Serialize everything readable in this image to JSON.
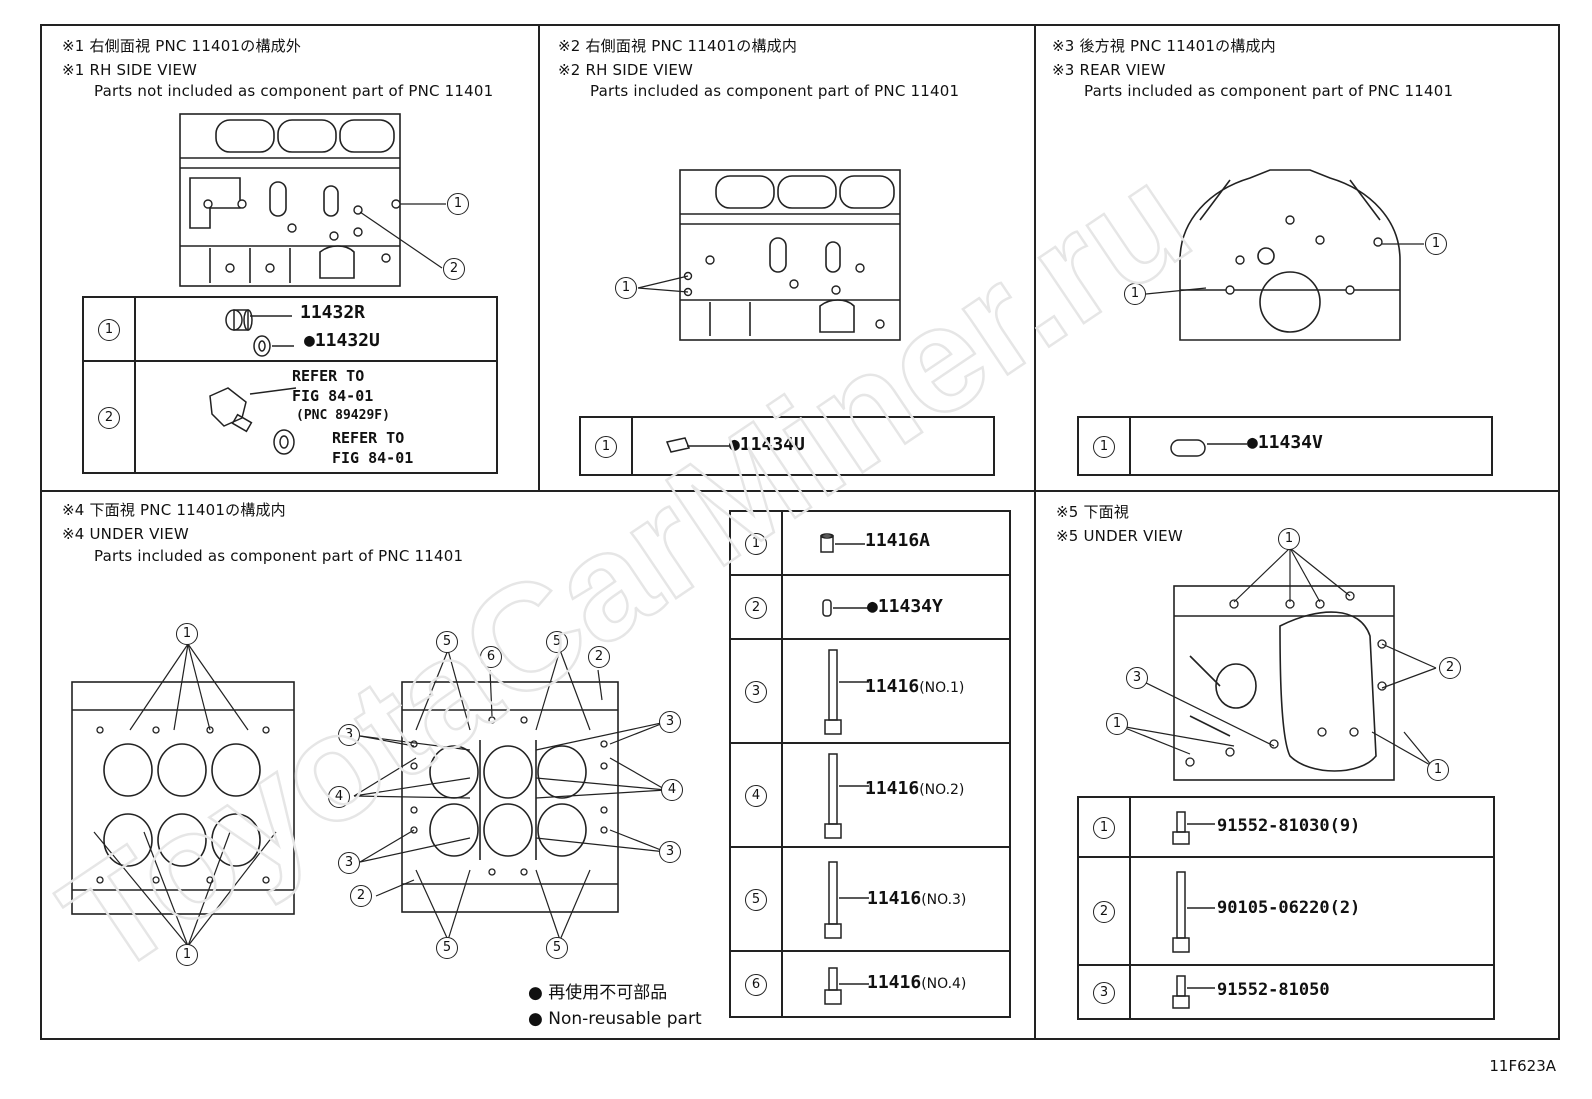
{
  "figure_code": "11F623A",
  "watermark": "ToyotaCarMiner.ru",
  "panels": {
    "p1": {
      "title_jp": "※1 右側面視 PNC 11401の構成外",
      "title_en": "※1 RH SIDE VIEW",
      "subtitle": "Parts not included as component part of PNC 11401",
      "callouts": [
        "1",
        "2"
      ],
      "rows": [
        {
          "num": "1",
          "parts": [
            "11432R",
            "●11432U"
          ]
        },
        {
          "num": "2",
          "refer1": [
            "REFER TO",
            "FIG 84-01",
            "(PNC 89429F)"
          ],
          "refer2": [
            "REFER TO",
            "FIG 84-01"
          ]
        }
      ]
    },
    "p2": {
      "title_jp": "※2 右側面視 PNC 11401の構成内",
      "title_en": "※2 RH SIDE VIEW",
      "subtitle": "Parts included as component part of PNC 11401",
      "callouts": [
        "1"
      ],
      "rows": [
        {
          "num": "1",
          "part": "●11434U"
        }
      ]
    },
    "p3": {
      "title_jp": "※3 後方視 PNC 11401の構成内",
      "title_en": "※3 REAR VIEW",
      "subtitle": "Parts included as component part of PNC 11401",
      "callouts": [
        "1",
        "1"
      ],
      "rows": [
        {
          "num": "1",
          "part": "●11434V"
        }
      ]
    },
    "p4": {
      "title_jp": "※4 下面視 PNC 11401の構成内",
      "title_en": "※4 UNDER VIEW",
      "subtitle": "Parts included as component part of PNC 11401",
      "callouts": [
        "1",
        "1",
        "5",
        "6",
        "5",
        "2",
        "3",
        "3",
        "4",
        "4",
        "3",
        "3",
        "2",
        "5",
        "5"
      ],
      "rows": [
        {
          "num": "1",
          "part": "11416A",
          "suffix": ""
        },
        {
          "num": "2",
          "part": "●11434Y",
          "suffix": ""
        },
        {
          "num": "3",
          "part": "11416",
          "suffix": "(NO.1)"
        },
        {
          "num": "4",
          "part": "11416",
          "suffix": "(NO.2)"
        },
        {
          "num": "5",
          "part": "11416",
          "suffix": "(NO.3)"
        },
        {
          "num": "6",
          "part": "11416",
          "suffix": "(NO.4)"
        }
      ],
      "legend": [
        "● 再使用不可部品",
        "● Non-reusable part"
      ]
    },
    "p5": {
      "title_jp": "※5 下面視",
      "title_en": "※5 UNDER VIEW",
      "callouts": [
        "1",
        "2",
        "3",
        "1",
        "1"
      ],
      "rows": [
        {
          "num": "1",
          "part": "91552-81030(9)"
        },
        {
          "num": "2",
          "part": "90105-06220(2)"
        },
        {
          "num": "3",
          "part": "91552-81050"
        }
      ]
    }
  }
}
